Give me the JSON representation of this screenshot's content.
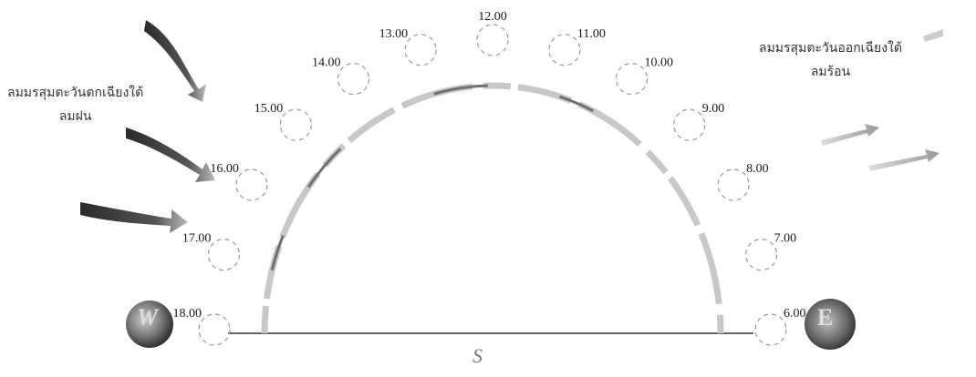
{
  "diagram": {
    "hours": [
      {
        "label": "6.00",
        "angle": 0
      },
      {
        "label": "7.00",
        "angle": 15
      },
      {
        "label": "8.00",
        "angle": 30
      },
      {
        "label": "9.00",
        "angle": 45
      },
      {
        "label": "10.00",
        "angle": 60
      },
      {
        "label": "11.00",
        "angle": 75
      },
      {
        "label": "12.00",
        "angle": 90
      },
      {
        "label": "13.00",
        "angle": 105
      },
      {
        "label": "14.00",
        "angle": 120
      },
      {
        "label": "15.00",
        "angle": 135
      },
      {
        "label": "16.00",
        "angle": 150
      },
      {
        "label": "17.00",
        "angle": 165
      },
      {
        "label": "18.00",
        "angle": 180
      }
    ],
    "left_note_line1": "ลมมรสุมตะวันตกเฉียงใต้",
    "left_note_line2": "ลมฝน",
    "right_note_line1": "ลมมรสุมตะวันออกเฉียงใต้",
    "right_note_line2": "ลมร้อน",
    "south_mark": "S",
    "west_mark": "W",
    "east_mark": "E",
    "colors": {
      "arc": "#b8b8b8",
      "arc_dark": "#6a6a6a",
      "circle": "#9a9a9a",
      "ground": "#333333",
      "arrow_dark": "#3a3a3a",
      "arrow_light": "#c4c4c4"
    }
  }
}
